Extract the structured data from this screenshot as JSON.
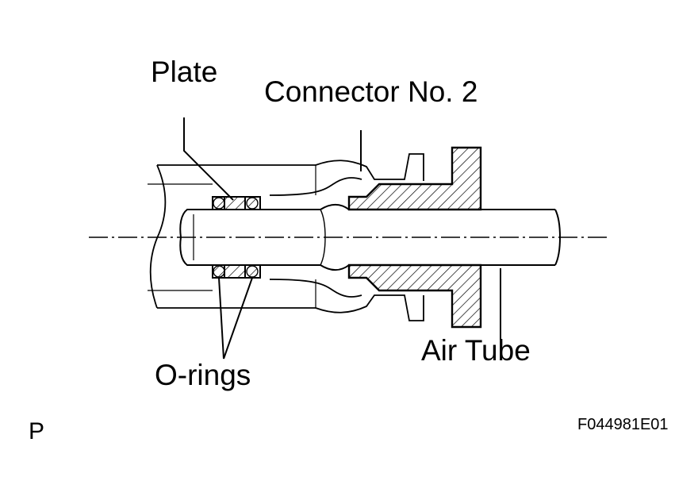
{
  "labels": {
    "plate": "Plate",
    "connector": "Connector No. 2",
    "air_tube": "Air Tube",
    "o_rings": "O-rings",
    "corner_mark": "P",
    "figure_id": "F044981E01"
  },
  "colors": {
    "line": "#000000",
    "background": "#ffffff"
  }
}
